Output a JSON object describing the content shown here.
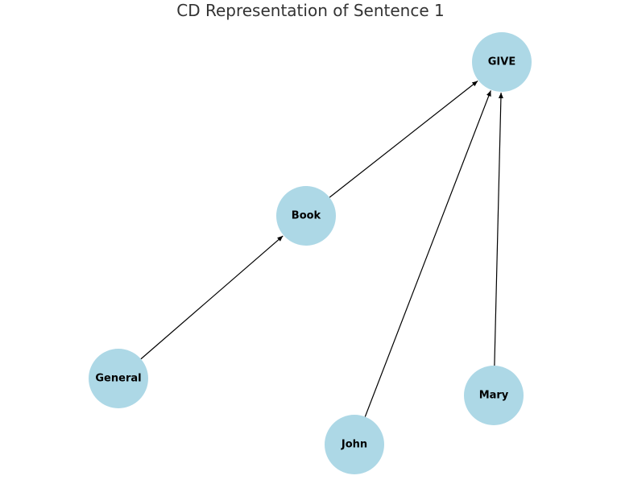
{
  "title": "CD Representation of Sentence 1",
  "colors": {
    "node_fill": "#add8e6",
    "edge": "#000000",
    "title": "#333333"
  },
  "nodes": [
    {
      "id": "GIVE",
      "label": "GIVE"
    },
    {
      "id": "Book",
      "label": "Book"
    },
    {
      "id": "General",
      "label": "General"
    },
    {
      "id": "John",
      "label": "John"
    },
    {
      "id": "Mary",
      "label": "Mary"
    }
  ],
  "edges": [
    {
      "from": "General",
      "to": "Book"
    },
    {
      "from": "Book",
      "to": "GIVE"
    },
    {
      "from": "John",
      "to": "GIVE"
    },
    {
      "from": "Mary",
      "to": "GIVE"
    }
  ]
}
